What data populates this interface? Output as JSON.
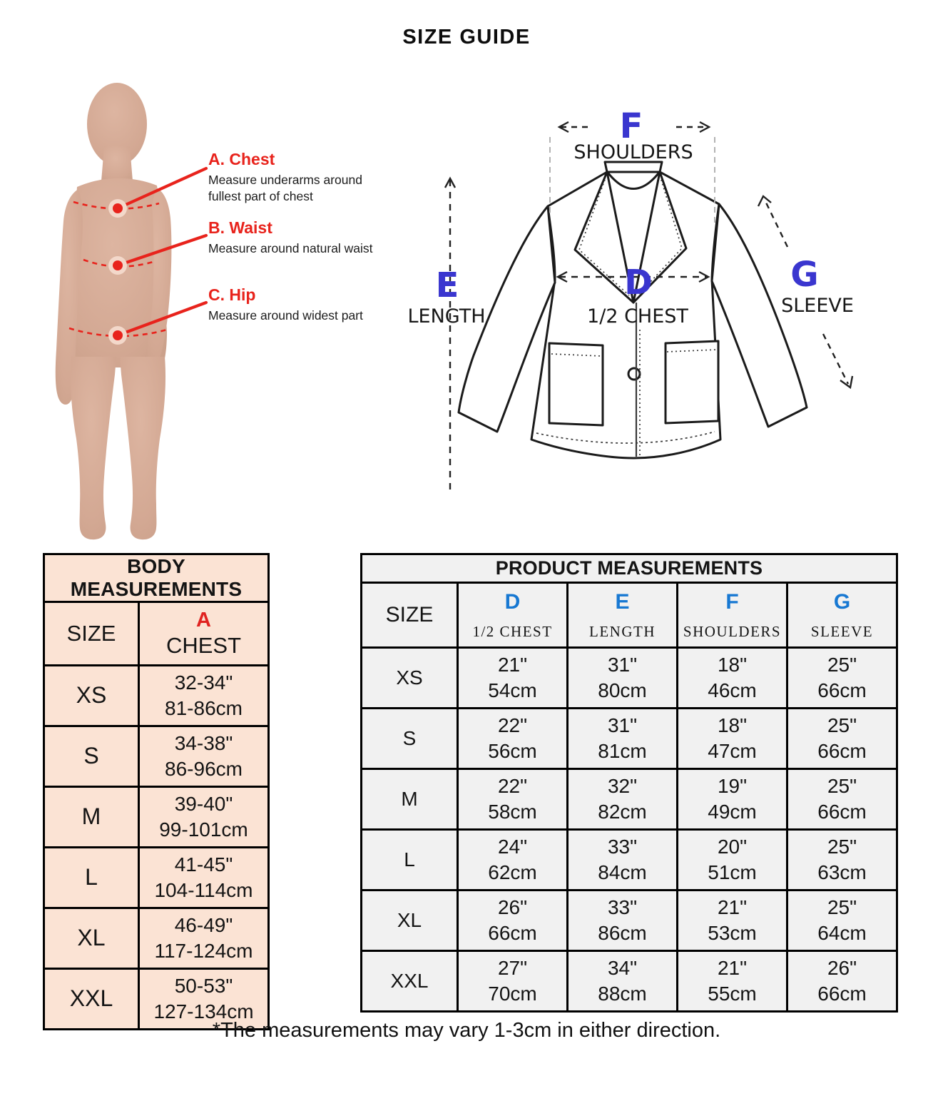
{
  "page": {
    "title": "SIZE GUIDE",
    "footnote": "*The measurements may vary 1-3cm in either direction."
  },
  "colors": {
    "red": "#e8231c",
    "blue_ink": "#3a36cf",
    "blue_table": "#1778d2",
    "peach": "#fbe3d4",
    "table_gray": "#f1f1f1"
  },
  "body_figure": {
    "annotations": [
      {
        "label": "A. Chest",
        "desc": "Measure underarms around\nfullest part of chest"
      },
      {
        "label": "B. Waist",
        "desc": "Measure around natural waist"
      },
      {
        "label": "C. Hip",
        "desc": "Measure around widest part"
      }
    ]
  },
  "jacket_diagram": {
    "top": {
      "letter": "F",
      "label": "SHOULDERS"
    },
    "left": {
      "letter": "E",
      "label": "LENGTH"
    },
    "center": {
      "letter": "D",
      "label": "1/2 CHEST"
    },
    "right": {
      "letter": "G",
      "label": "SLEEVE"
    }
  },
  "body_table": {
    "title": "BODY MEASUREMENTS",
    "col1_header": "SIZE",
    "col2_letter": "A",
    "col2_header": "CHEST",
    "rows": [
      {
        "size": "XS",
        "in": "32-34\"",
        "cm": "81-86cm"
      },
      {
        "size": "S",
        "in": "34-38\"",
        "cm": "86-96cm"
      },
      {
        "size": "M",
        "in": "39-40\"",
        "cm": "99-101cm"
      },
      {
        "size": "L",
        "in": "41-45\"",
        "cm": "104-114cm"
      },
      {
        "size": "XL",
        "in": "46-49\"",
        "cm": "117-124cm"
      },
      {
        "size": "XXL",
        "in": "50-53\"",
        "cm": "127-134cm"
      }
    ]
  },
  "product_table": {
    "title": "PRODUCT MEASUREMENTS",
    "size_header": "SIZE",
    "columns": [
      {
        "letter": "D",
        "label": "1/2 CHEST"
      },
      {
        "letter": "E",
        "label": "LENGTH"
      },
      {
        "letter": "F",
        "label": "SHOULDERS"
      },
      {
        "letter": "G",
        "label": "SLEEVE"
      }
    ],
    "rows": [
      {
        "size": "XS",
        "cells": [
          [
            "21\"",
            "54cm"
          ],
          [
            "31\"",
            "80cm"
          ],
          [
            "18\"",
            "46cm"
          ],
          [
            "25\"",
            "66cm"
          ]
        ]
      },
      {
        "size": "S",
        "cells": [
          [
            "22\"",
            "56cm"
          ],
          [
            "31\"",
            "81cm"
          ],
          [
            "18\"",
            "47cm"
          ],
          [
            "25\"",
            "66cm"
          ]
        ]
      },
      {
        "size": "M",
        "cells": [
          [
            "22\"",
            "58cm"
          ],
          [
            "32\"",
            "82cm"
          ],
          [
            "19\"",
            "49cm"
          ],
          [
            "25\"",
            "66cm"
          ]
        ]
      },
      {
        "size": "L",
        "cells": [
          [
            "24\"",
            "62cm"
          ],
          [
            "33\"",
            "84cm"
          ],
          [
            "20\"",
            "51cm"
          ],
          [
            "25\"",
            "63cm"
          ]
        ]
      },
      {
        "size": "XL",
        "cells": [
          [
            "26\"",
            "66cm"
          ],
          [
            "33\"",
            "86cm"
          ],
          [
            "21\"",
            "53cm"
          ],
          [
            "25\"",
            "64cm"
          ]
        ]
      },
      {
        "size": "XXL",
        "cells": [
          [
            "27\"",
            "70cm"
          ],
          [
            "34\"",
            "88cm"
          ],
          [
            "21\"",
            "55cm"
          ],
          [
            "26\"",
            "66cm"
          ]
        ]
      }
    ]
  }
}
